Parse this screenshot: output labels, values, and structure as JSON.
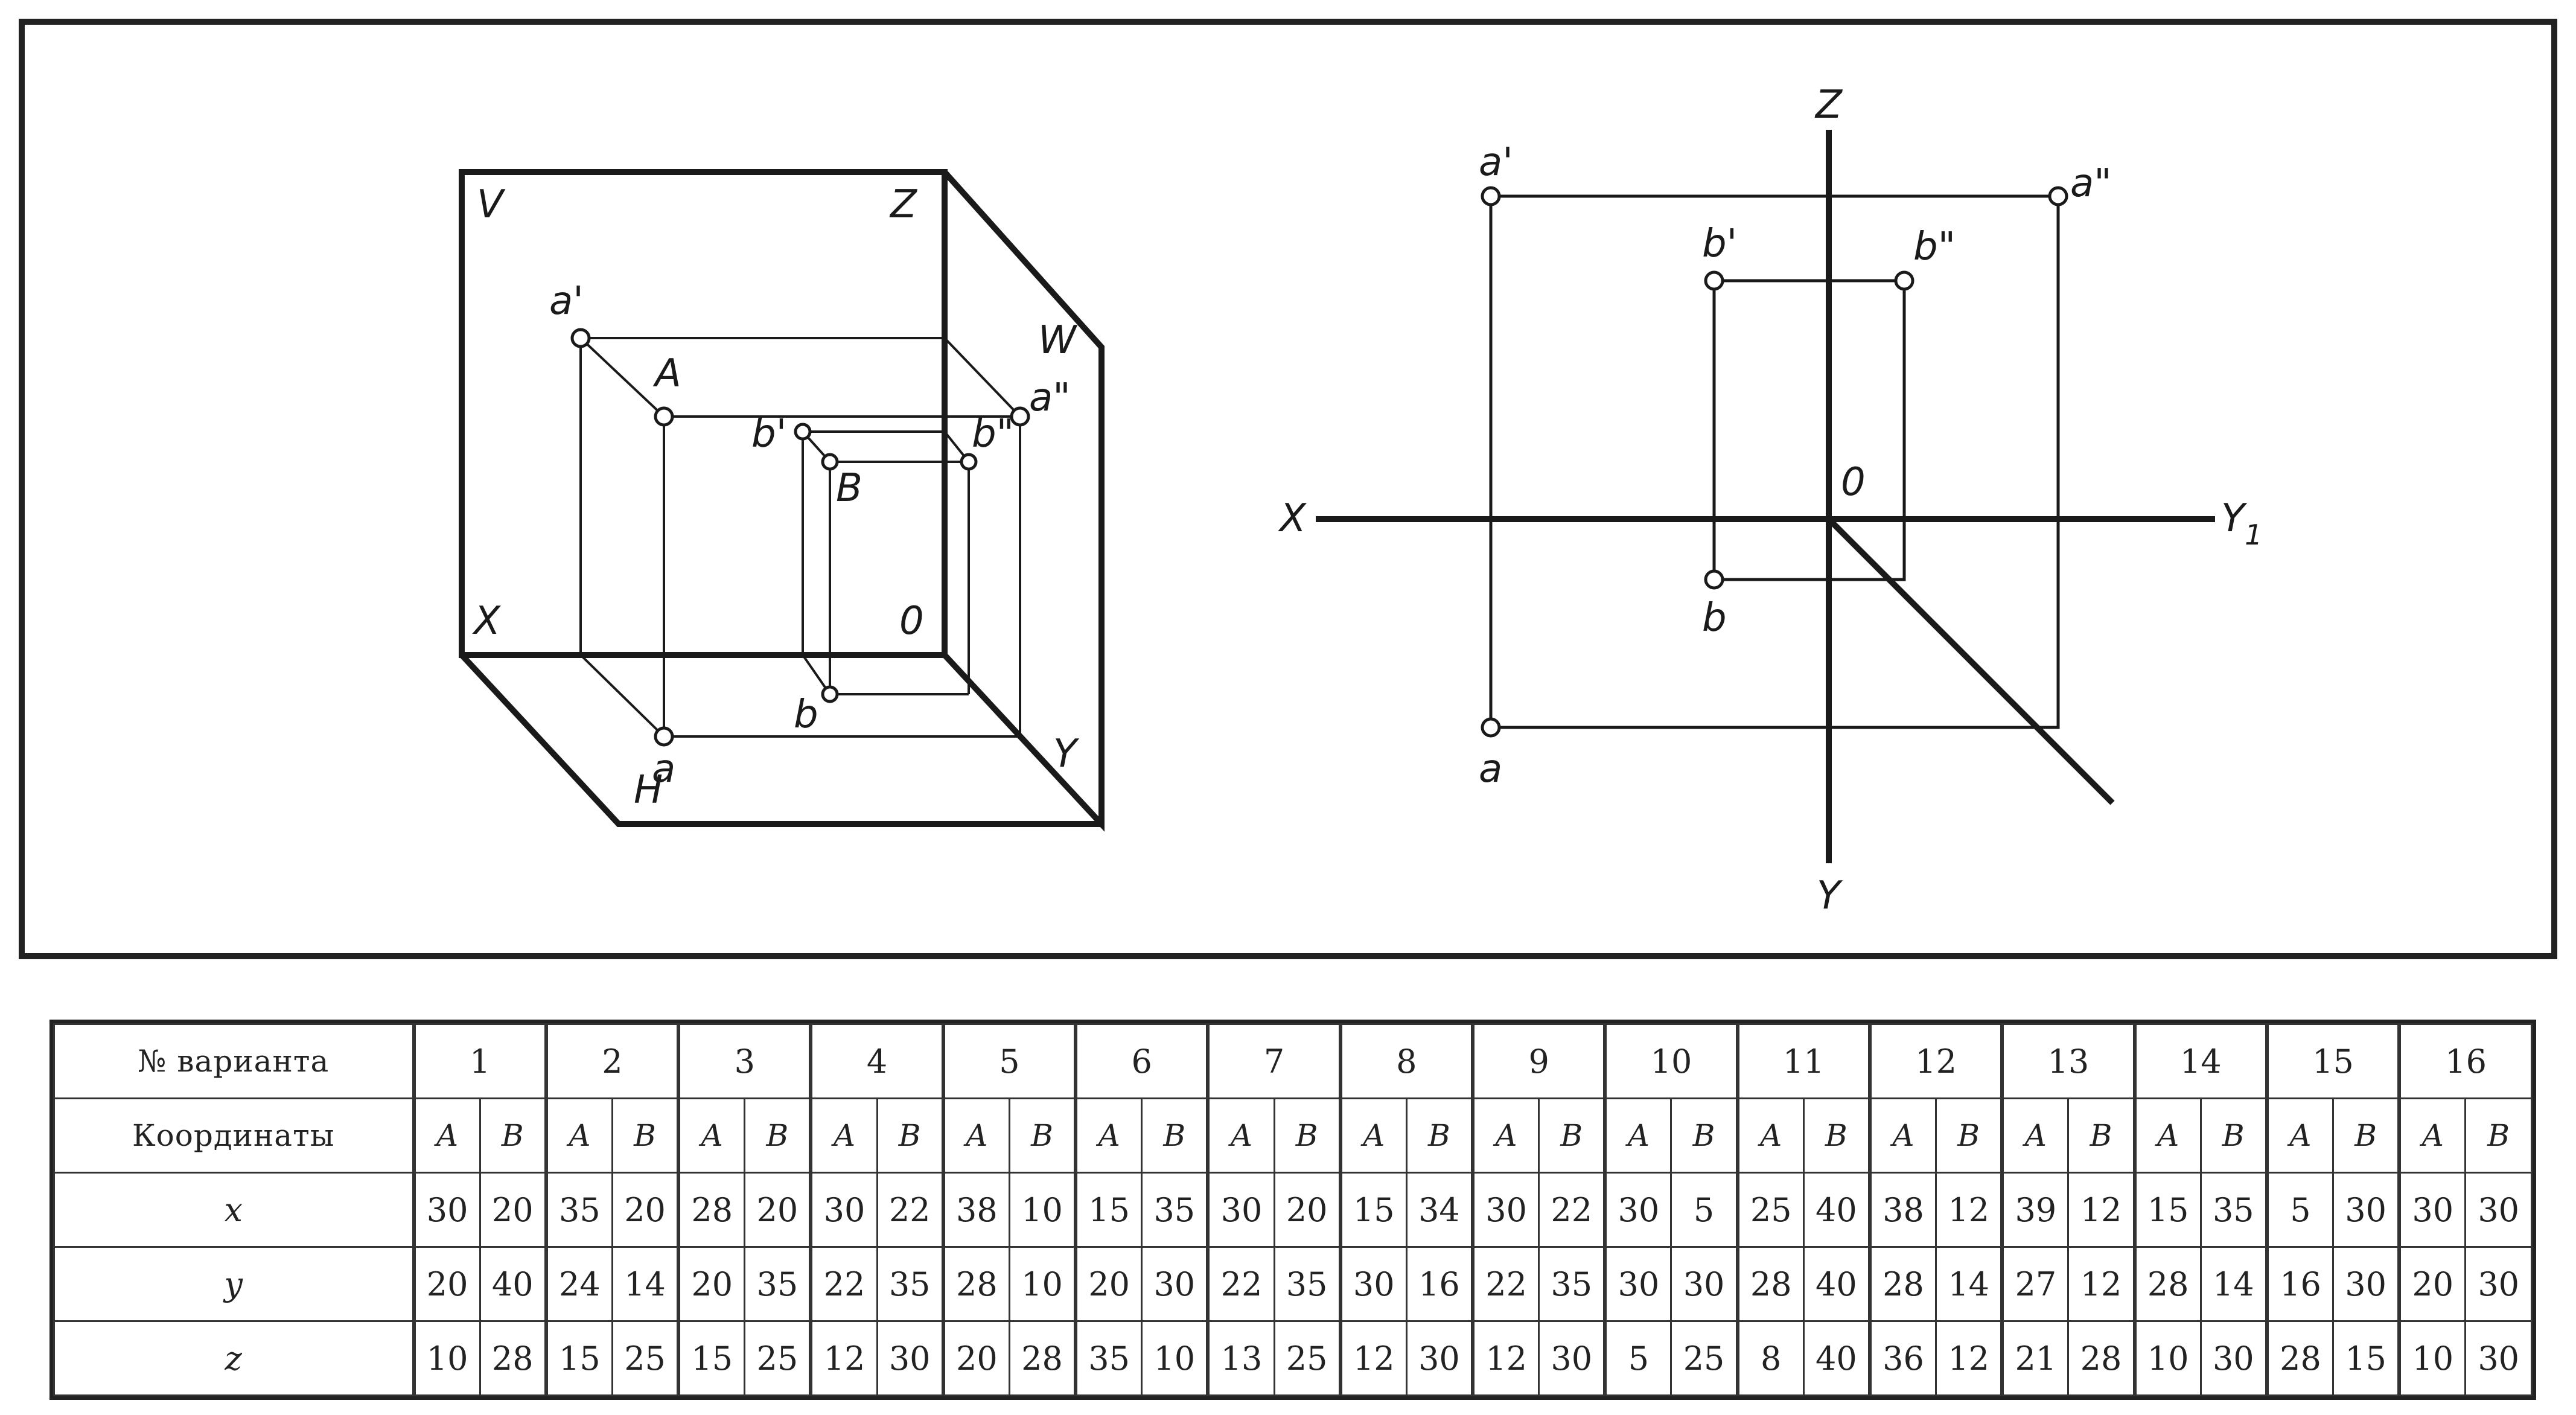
{
  "left_diagram": {
    "plane_labels": {
      "v": "V",
      "h": "H",
      "w": "W"
    },
    "axis_labels": {
      "x": "X",
      "y": "Y",
      "z": "Z",
      "origin": "0"
    },
    "point_labels": {
      "a_front": "a'",
      "a_space": "A",
      "a_side": "a\"",
      "a_top": "a",
      "b_front": "b'",
      "b_space": "B",
      "b_side": "b\"",
      "b_top": "b"
    }
  },
  "right_diagram": {
    "axis_labels": {
      "x": "X",
      "z": "Z",
      "y": "Y",
      "y1": "Y",
      "y1_sub": "1",
      "origin": "0"
    },
    "point_labels": {
      "a_front": "a'",
      "a_side": "a\"",
      "a_top": "a",
      "b_front": "b'",
      "b_side": "b\"",
      "b_top": "b"
    }
  },
  "table": {
    "variant_header": "№ варианта",
    "coords_header": "Координаты",
    "variants": [
      "1",
      "2",
      "3",
      "4",
      "5",
      "6",
      "7",
      "8",
      "9",
      "10",
      "11",
      "12",
      "13",
      "14",
      "15",
      "16"
    ],
    "point_letters": [
      "A",
      "B"
    ],
    "rows": [
      {
        "label": "x",
        "values": [
          "30",
          "20",
          "35",
          "20",
          "28",
          "20",
          "30",
          "22",
          "38",
          "10",
          "15",
          "35",
          "30",
          "20",
          "15",
          "34",
          "30",
          "22",
          "30",
          "5",
          "25",
          "40",
          "38",
          "12",
          "39",
          "12",
          "15",
          "35",
          "5",
          "30",
          "30",
          "30"
        ]
      },
      {
        "label": "y",
        "values": [
          "20",
          "40",
          "24",
          "14",
          "20",
          "35",
          "22",
          "35",
          "28",
          "10",
          "20",
          "30",
          "22",
          "35",
          "30",
          "16",
          "22",
          "35",
          "30",
          "30",
          "28",
          "40",
          "28",
          "14",
          "27",
          "12",
          "28",
          "14",
          "16",
          "30",
          "20",
          "30"
        ]
      },
      {
        "label": "z",
        "values": [
          "10",
          "28",
          "15",
          "25",
          "15",
          "25",
          "12",
          "30",
          "20",
          "28",
          "35",
          "10",
          "13",
          "25",
          "12",
          "30",
          "12",
          "30",
          "5",
          "25",
          "8",
          "40",
          "36",
          "12",
          "21",
          "28",
          "10",
          "30",
          "28",
          "15",
          "10",
          "30"
        ]
      }
    ]
  }
}
